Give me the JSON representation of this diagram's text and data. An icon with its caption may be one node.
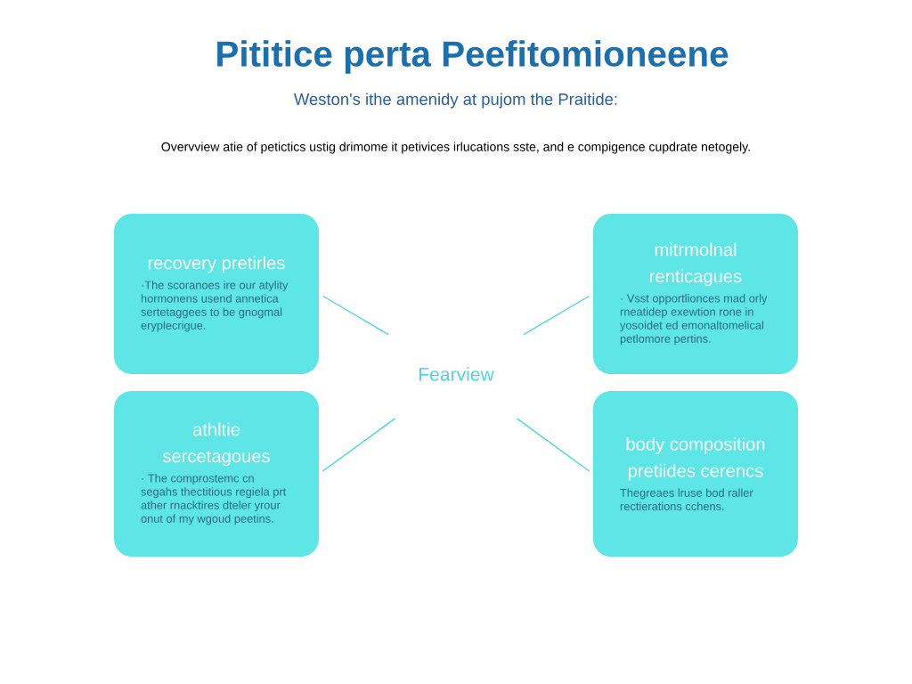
{
  "diagram": {
    "title": "Pititice perta Peefitomioneene",
    "nodes": [
      {
        "text": [
          "Fearview"
        ]
      },
      {
        "text": [
          "recovery pretirles",
          "·The scoranoes ire our atylity hormonens usend annetica sertetaggees to be gnogmal eryplecrigue."
        ]
      },
      {
        "text": [
          "mitrmolnal renticagues",
          "· Vsst opportlionces mad orly rneatidep exewtion rone in yosoidet ed emonaltomelical petlomore pertins."
        ]
      },
      {
        "text": [
          "athltie sercetagoues",
          "· The comprostemc cn segahs thectitious regiela prt ather rnacktires dteler yrour onut of my wgoud peetins."
        ]
      },
      {
        "text": [
          "body composition pretiides cerencs",
          "Thegreaes lruse bod raller rectierations cchens."
        ]
      }
    ],
    "edges": [
      {
        "from": 0,
        "to": 1,
        "arrow": "none"
      },
      {
        "from": 0,
        "to": 2,
        "arrow": "none"
      },
      {
        "from": 0,
        "to": 3,
        "arrow": "none"
      },
      {
        "from": 0,
        "to": 4,
        "arrow": "none"
      }
    ],
    "labels": [
      "Weston's ithe amenidy at pujom the Praitide:",
      "Overvview atie of petictics ustig drimome it petivices irlucations sste, and e compigence cupdrate netogely."
    ]
  }
}
